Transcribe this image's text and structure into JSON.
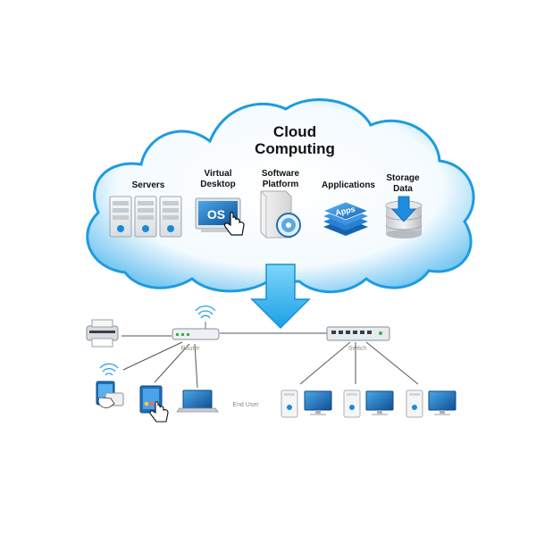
{
  "cloud": {
    "title_line1": "Cloud",
    "title_line2": "Computing",
    "services": [
      {
        "line1": "Servers",
        "line2": ""
      },
      {
        "line1": "Virtual",
        "line2": "Desktop"
      },
      {
        "line1": "Software",
        "line2": "Platform"
      },
      {
        "line1": "Applications",
        "line2": ""
      },
      {
        "line1": "Storage",
        "line2": "Data"
      }
    ],
    "os_badge": "OS",
    "apps_badge": "Apps"
  },
  "network": {
    "router_label": "Router",
    "switch_label": "Switch",
    "end_user_label": "End User"
  },
  "colors": {
    "cloud_edge": "#1e9be0",
    "cloud_fill": "#ffffff",
    "arrow": "#29b6f6",
    "device_blue": "#1c6fb8",
    "line": "#555555",
    "label_gray": "#8a8a8a"
  }
}
